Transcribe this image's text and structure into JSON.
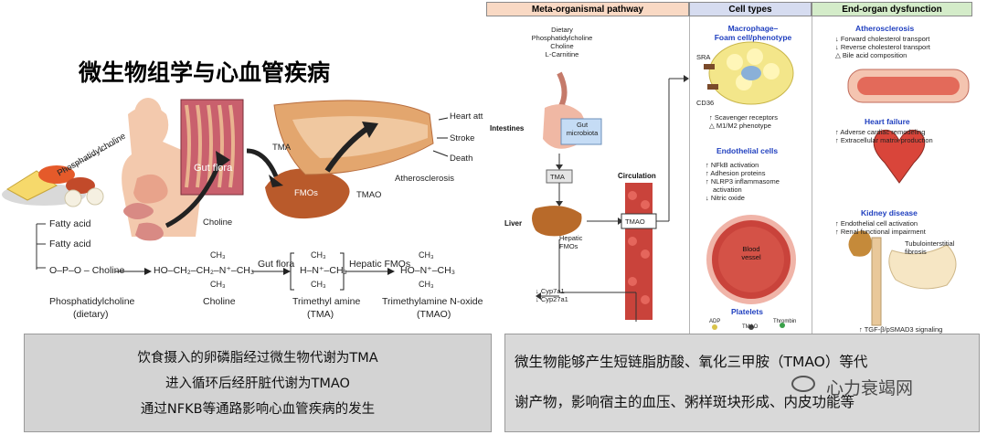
{
  "left": {
    "title": "微生物组学与心血管疾病",
    "labels": {
      "phosphatidylcholine_diag": "Phosphatidylcholine",
      "gut_flora": "Gut flora",
      "tma": "TMA",
      "fmos": "FMOs",
      "tmao": "TMAO",
      "choline": "Choline",
      "heart_att": "Heart att",
      "stroke": "Stroke",
      "death": "Death",
      "atherosclerosis": "Atherosclerosis"
    },
    "chem": {
      "fatty_acid_1": "Fatty acid",
      "fatty_acid_2": "Fatty acid",
      "pc_formula": "O–P–O – Choline",
      "arrow1": "HO–CH₂–CH₂–N⁺–CH₃",
      "gut_flora_step": "Gut flora",
      "tma_bracket": "H–N⁺–CH₃",
      "hepatic_fmos": "Hepatic FMOs",
      "tmao_formula": "HO–N⁺–CH₃",
      "ch3": "CH₃",
      "pc_name": "Phosphatidylcholine",
      "pc_diet": "(dietary)",
      "choline_name": "Choline",
      "tma_name": "Trimethyl amine",
      "tma_abbr": "(TMA)",
      "tmao_name": "Trimethylamine N-oxide",
      "tmao_abbr": "(TMAO)"
    },
    "caption": [
      "饮食摄入的卵磷脂经过微生物代谢为TMA",
      "进入循环后经肝脏代谢为TMAO",
      "通过NFKB等通路影响心血管疾病的发生"
    ]
  },
  "right": {
    "headers": [
      "Meta-organismal pathway",
      "Cell types",
      "End-organ dysfunction"
    ],
    "header_colors": [
      "#f9d9c4",
      "#d6dcf0",
      "#d4ecc9"
    ],
    "pathway": {
      "diet": [
        "Dietary",
        "Phosphatidylcholine",
        "Choline",
        "L-Carnitine"
      ],
      "intestines": "Intestines",
      "gut_microbiota": [
        "Gut",
        "microbiota"
      ],
      "tma": "TMA",
      "circulation": "Circulation",
      "liver": "Liver",
      "tmao": "TMAO",
      "hepatic_fmos": [
        "Hepatic",
        "FMOs"
      ],
      "cyp": [
        "↓ Cyp7a1",
        "↓ Cyp27a1"
      ]
    },
    "cells": {
      "macrophage_title": [
        "Macrophage–",
        "Foam cell/phenotype"
      ],
      "sra": "SRA",
      "cd36": "CD36",
      "macrophage_effects": [
        "↑ Scavenger receptors",
        "△ M1/M2 phenotype"
      ],
      "endothelial_title": "Endothelial cells",
      "endothelial_effects": [
        "↑ NFkB activation",
        "↑ Adhesion proteins",
        "↑ NLRP3 inflammasome",
        "activation",
        "↓ Nitric oxide"
      ],
      "blood_vessel": [
        "Blood",
        "vessel"
      ],
      "platelets": "Platelets",
      "adp": "ADP",
      "tmao_small": "TMAO",
      "thrombin": "Thrombin"
    },
    "organs": {
      "athero_title": "Atherosclerosis",
      "athero_effects": [
        "↓ Forward cholesterol transport",
        "↓ Reverse cholesterol transport",
        "△ Bile acid composition"
      ],
      "hf_title": "Heart failure",
      "hf_effects": [
        "↑ Adverse cardiac remodeling",
        "↑ Extracellular matrix production"
      ],
      "kidney_title": "Kidney disease",
      "kidney_effects": [
        "↑ Endothelial cell activation",
        "↑ Renal functional impairment"
      ],
      "tubulo": [
        "Tubulointerstitial",
        "fibrosis"
      ],
      "tgf": "↑ TGF-β/pSMAD3 signaling"
    },
    "caption_lines": [
      "微生物能够产生短链脂肪酸、氧化三甲胺（TMAO）等代",
      "谢产物，影响宿主的血压、粥样斑块形成、内皮功能等"
    ],
    "watermark": "心力衰竭网"
  }
}
